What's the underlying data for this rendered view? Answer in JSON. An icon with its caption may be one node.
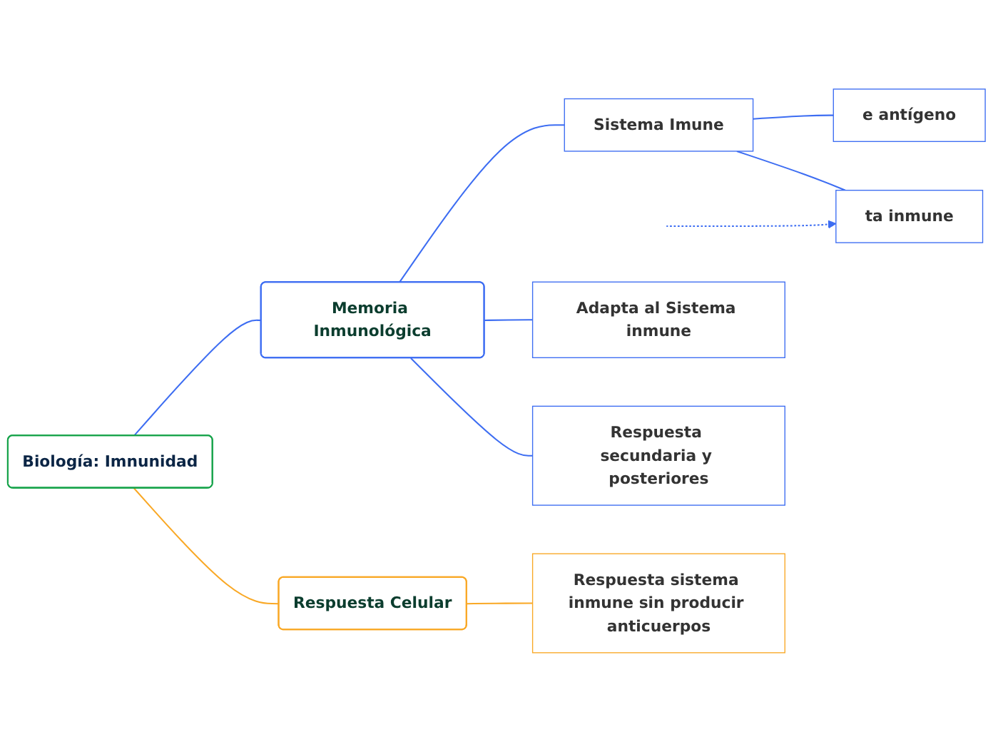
{
  "diagram": {
    "nodes": [
      {
        "text": [
          "Biología: Imnunidad"
        ]
      },
      {
        "text": [
          "Memoria Inmunológica"
        ]
      },
      {
        "text": [
          "Sistema Imune"
        ]
      },
      {
        "text": [
          "e antígeno"
        ]
      },
      {
        "text": [
          "ta inmune"
        ]
      },
      {
        "text": [
          "Adapta al Sistema inmune"
        ]
      },
      {
        "text": [
          "Respuesta secundaria y posteriores"
        ]
      },
      {
        "text": [
          "Respuesta Celular"
        ]
      },
      {
        "text": [
          "Respuesta sistema inmune sin producir anticuerpos"
        ]
      }
    ],
    "edges": [
      {
        "from": 0,
        "to": 1,
        "arrow": "none"
      },
      {
        "from": 1,
        "to": 2,
        "arrow": "none"
      },
      {
        "from": 2,
        "to": 3,
        "arrow": "none"
      },
      {
        "from": 2,
        "to": 4,
        "arrow": "none"
      },
      {
        "from": 1,
        "to": 5,
        "arrow": "none"
      },
      {
        "from": 1,
        "to": 6,
        "arrow": "none"
      },
      {
        "from": null,
        "to": 4,
        "arrow": "to",
        "style": "dashed"
      },
      {
        "from": 0,
        "to": 7,
        "arrow": "none",
        "color": "#f9a825"
      },
      {
        "from": 7,
        "to": 8,
        "arrow": "none",
        "color": "#f9a825"
      }
    ]
  }
}
